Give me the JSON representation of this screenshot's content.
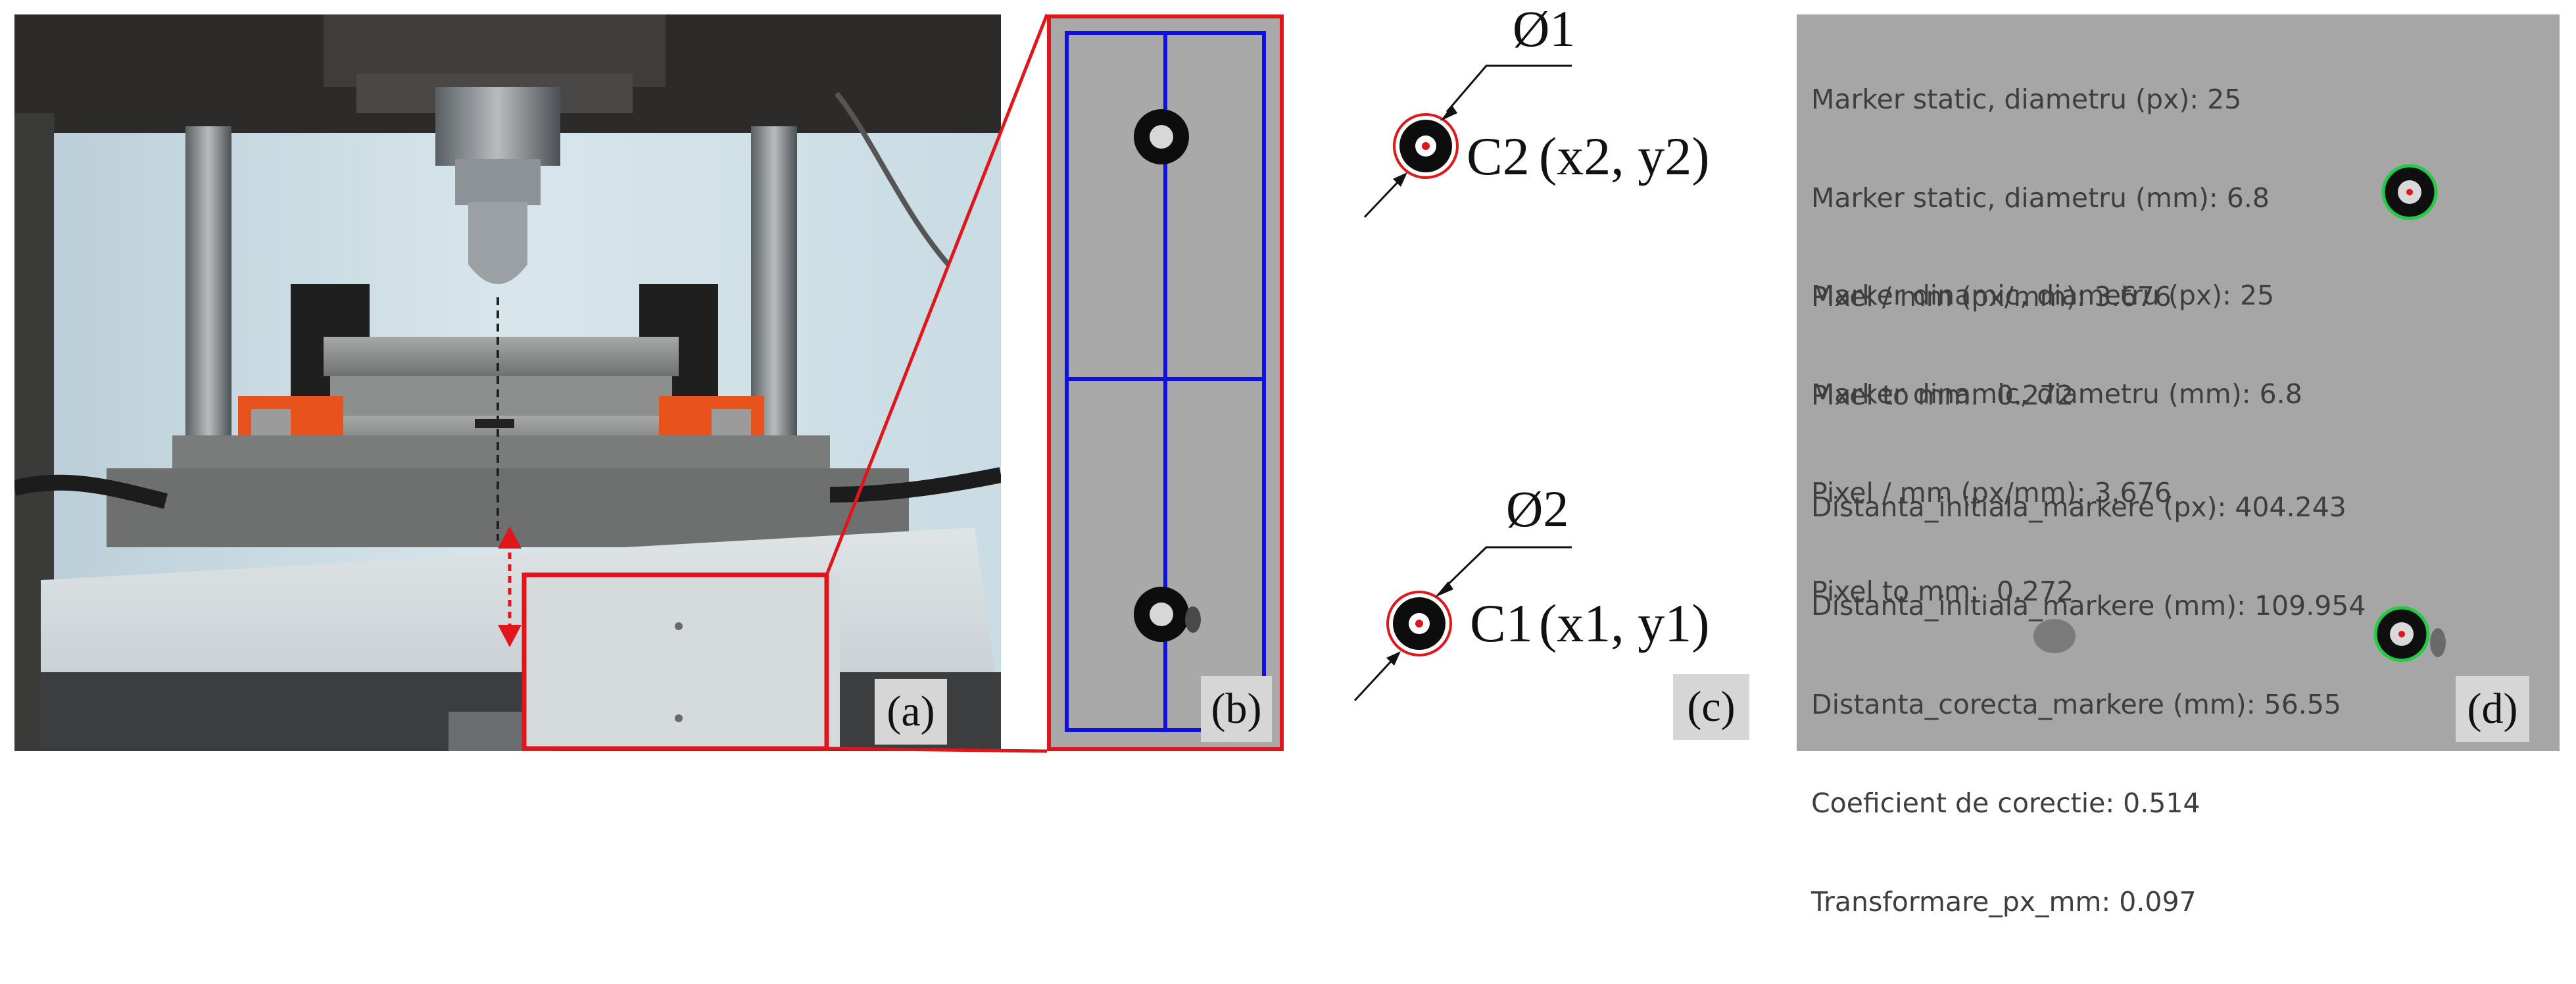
{
  "panels": {
    "a": {
      "tag": "(a)"
    },
    "b": {
      "tag": "(b)"
    },
    "c": {
      "tag": "(c)",
      "phi_top": "Ø1",
      "phi_bottom": "Ø2",
      "c2_name": "C2",
      "c2_coords": "(x2, y2)",
      "c1_name": "C1",
      "c1_coords": "(x1, y1)"
    },
    "d": {
      "tag": "(d)",
      "static": [
        "Marker static, diametru (px): 25",
        "Marker static, diametru (mm): 6.8",
        "Pixel / mm (px/mm): 3.676",
        "Pixel to mm:  0.272"
      ],
      "dynamic": [
        "Marker dinamic, diametru (px): 25",
        "Marker dinamic, diametru (mm): 6.8",
        "Pixel / mm (px/mm): 3.676",
        "Pixel to mm:  0.272"
      ],
      "distance": [
        "Distanta_initiala_markere (px): 404.243",
        "Distanta_initiala_markere (mm): 109.954",
        "Distanta_corecta_markere (mm): 56.55",
        "Coeficient de corectie: 0.514",
        "Transformare_px_mm: 0.097"
      ]
    }
  },
  "colors": {
    "highlight_red": "#e0161a",
    "grid_blue": "#1010e0",
    "marker_ring_green": "#22cc44",
    "label_bg": "#d6d6d6"
  }
}
